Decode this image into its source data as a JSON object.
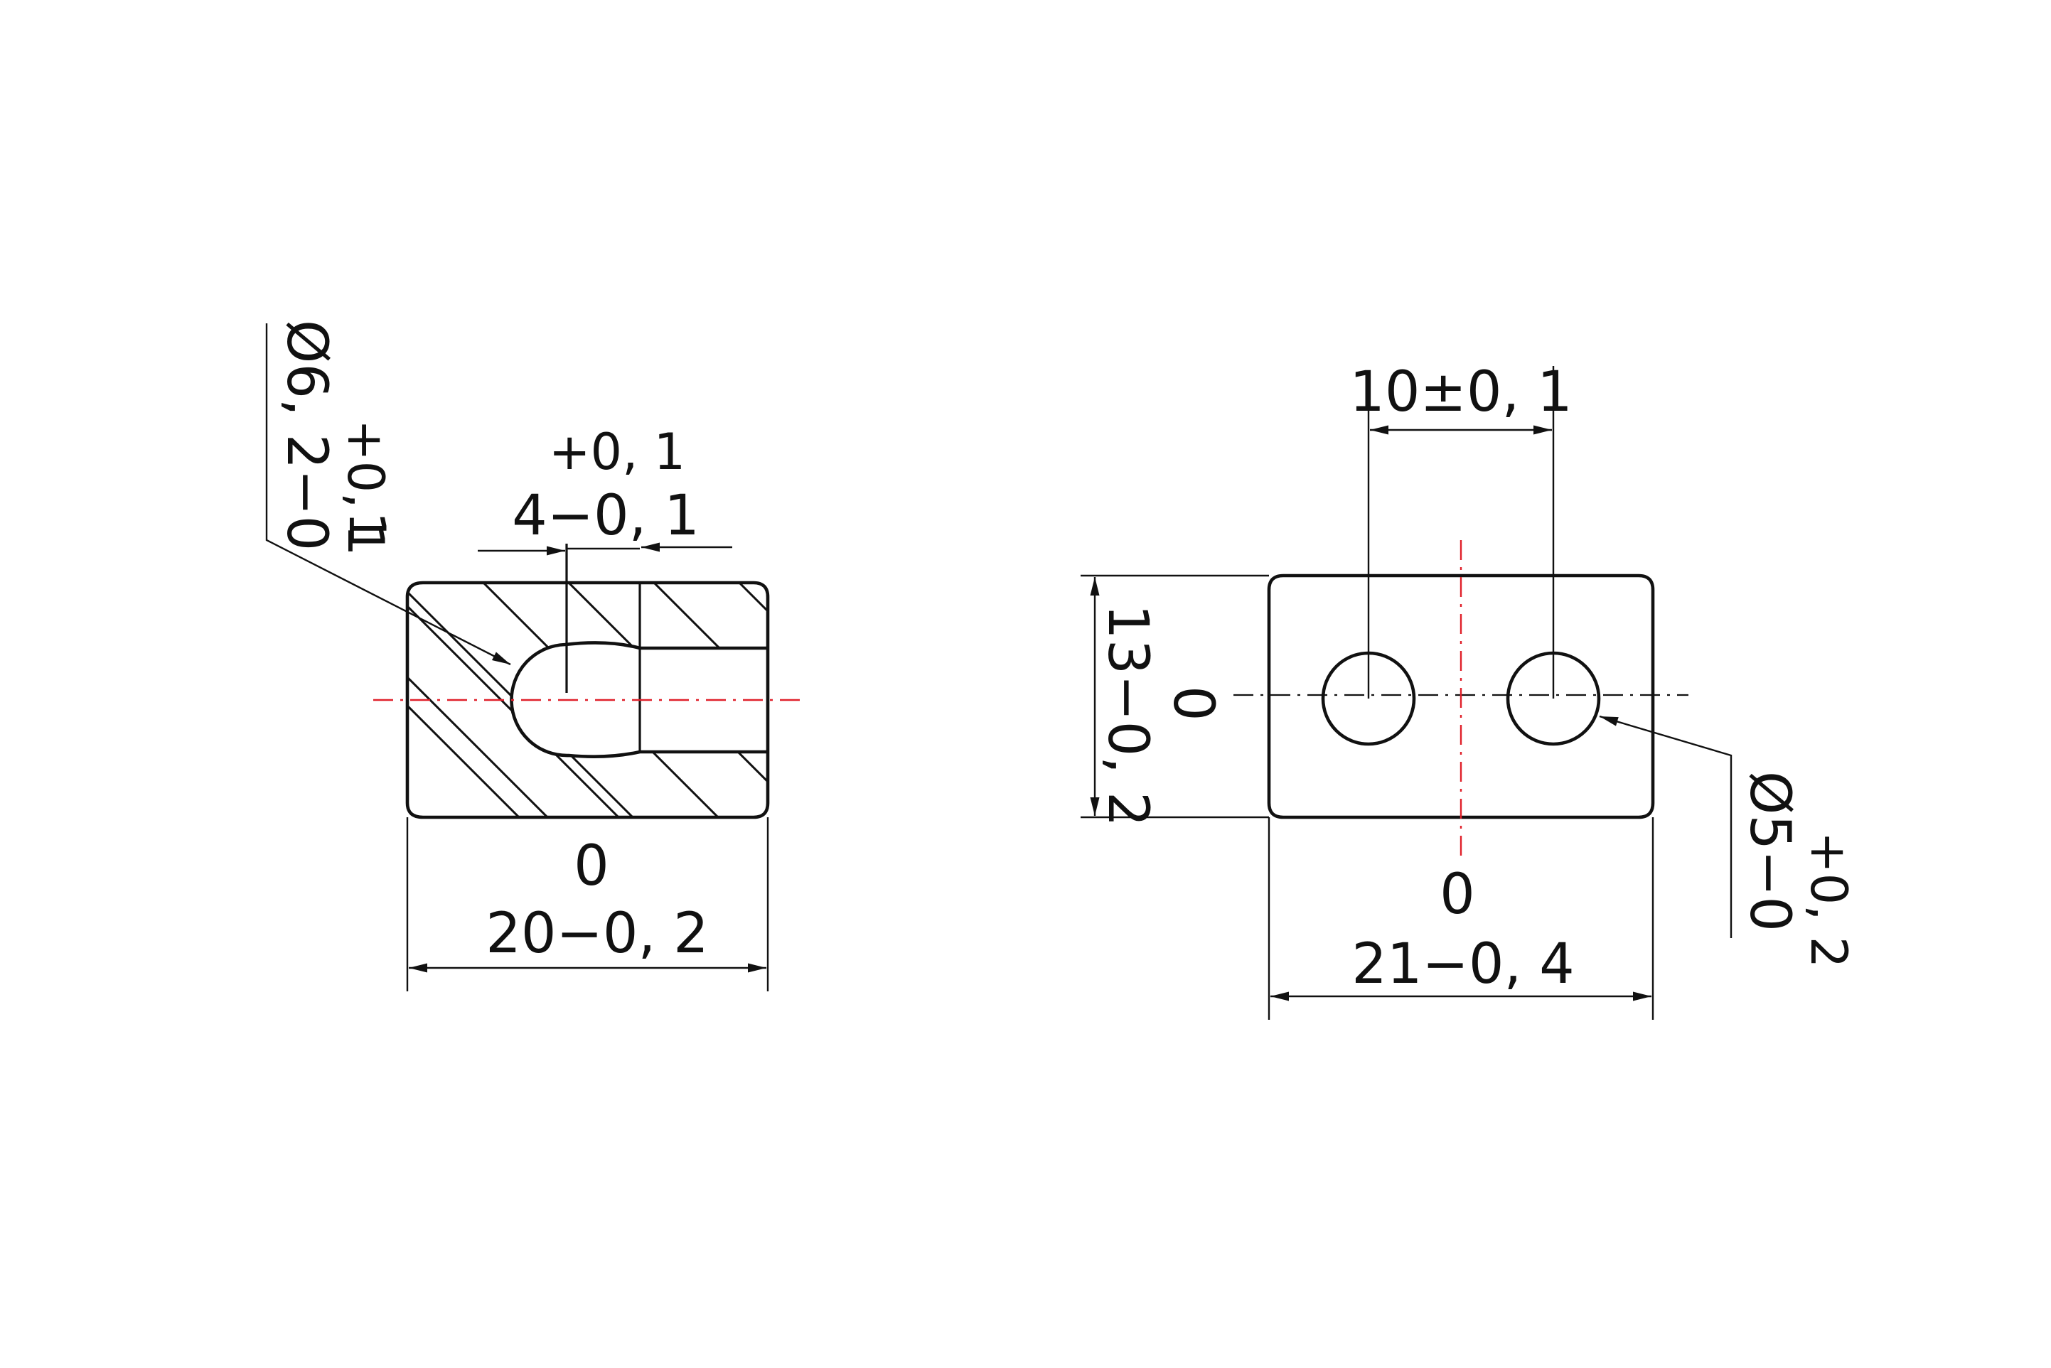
{
  "left_view": {
    "hole_dia_main": "Ø6, 2−0",
    "hole_dia_upper": "+0, 1",
    "hole_dia_lower": "1",
    "slot_upper_tol": "+0, 1",
    "slot_main": "4−0, 1",
    "width_upper_tol": "0",
    "width_main": "20−0, 2"
  },
  "right_view": {
    "hole_spacing": "10±0, 1",
    "height_upper_tol": "0",
    "height_main": "13−0, 2",
    "hole_dia_main": "Ø5−0",
    "hole_dia_upper": "+0, 2",
    "hole_dia_lower": "",
    "width_upper_tol": "0",
    "width_main": "21−0, 4"
  },
  "colors": {
    "line": "#111111",
    "centerline": "#e0202a",
    "background": "#ffffff"
  }
}
